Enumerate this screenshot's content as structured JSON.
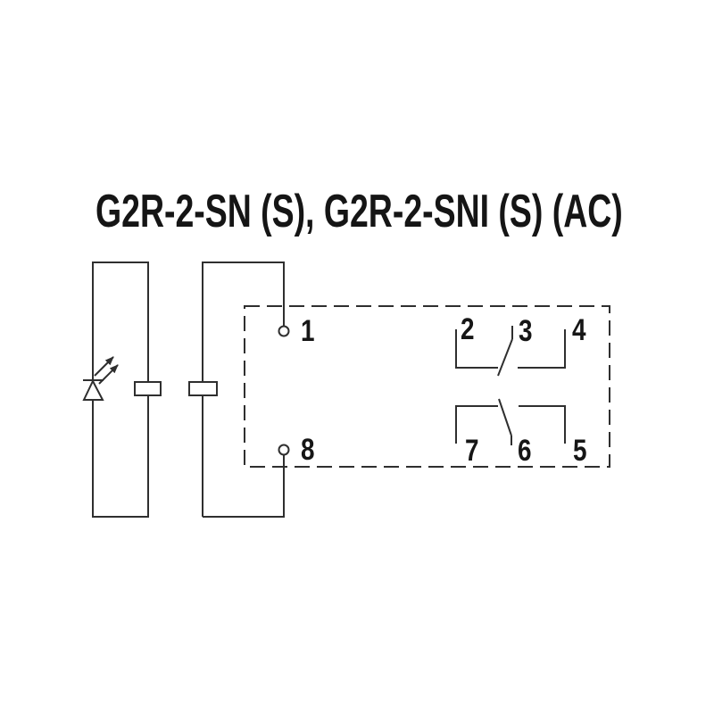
{
  "title": "G2R-2-SN (S), G2R-2-SNI (S) (AC)",
  "diagram": {
    "type": "relay-internal-wiring-schematic",
    "terminals": {
      "t1": "1",
      "t8": "8",
      "t2": "2",
      "t3": "3",
      "t4": "4",
      "t7": "7",
      "t6": "6",
      "t5": "5"
    },
    "components": {
      "indicator": "led-icon",
      "resistor_left": "resistor-icon",
      "resistor_right": "resistor-icon",
      "relay_body": "dashed-outline-box",
      "coil_pins": "terminal-circle-pins",
      "contacts": "double-pole-transfer-contacts"
    },
    "colors": {
      "background": "#ffffff",
      "line": "#2f2f2f",
      "text": "#161616"
    }
  }
}
